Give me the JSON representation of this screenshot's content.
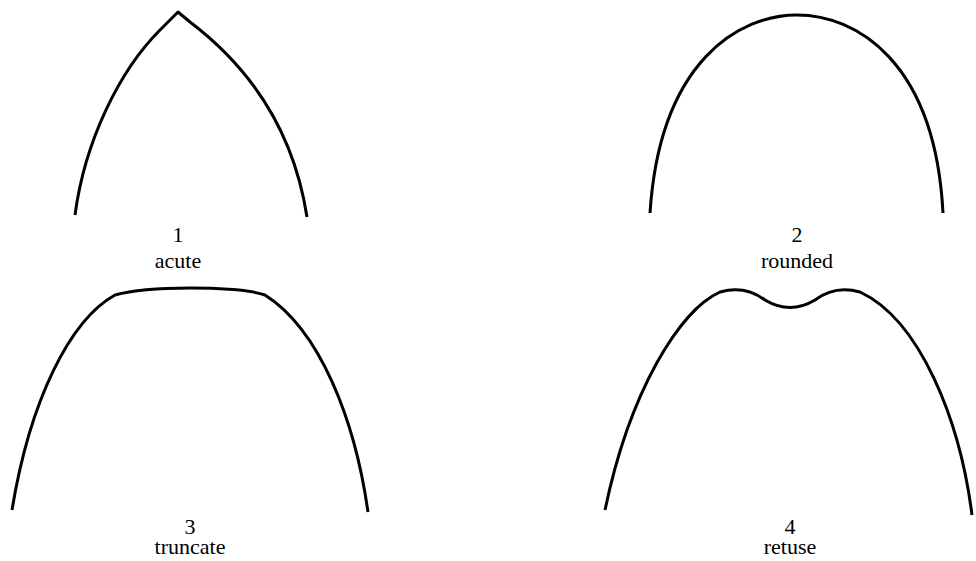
{
  "diagram": {
    "labels": [
      "1",
      "acute",
      "2",
      "rounded",
      "3",
      "truncate",
      "4",
      "retuse"
    ]
  }
}
